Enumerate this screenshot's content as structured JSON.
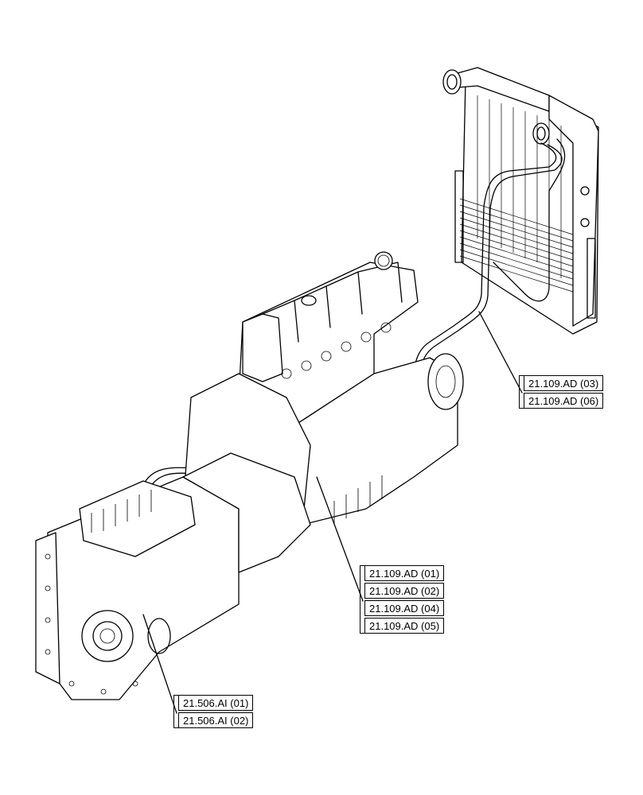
{
  "figure": {
    "subject": "engine-transmission-oil-cooler-assembly"
  },
  "callouts": {
    "cooler_group": {
      "refs": [
        "21.109.AD (03)",
        "21.109.AD (06)"
      ]
    },
    "engine_group": {
      "refs": [
        "21.109.AD (01)",
        "21.109.AD (02)",
        "21.109.AD (04)",
        "21.109.AD (05)"
      ]
    },
    "transmission_group": {
      "refs": [
        "21.506.AI (01)",
        "21.506.AI (02)"
      ]
    }
  }
}
